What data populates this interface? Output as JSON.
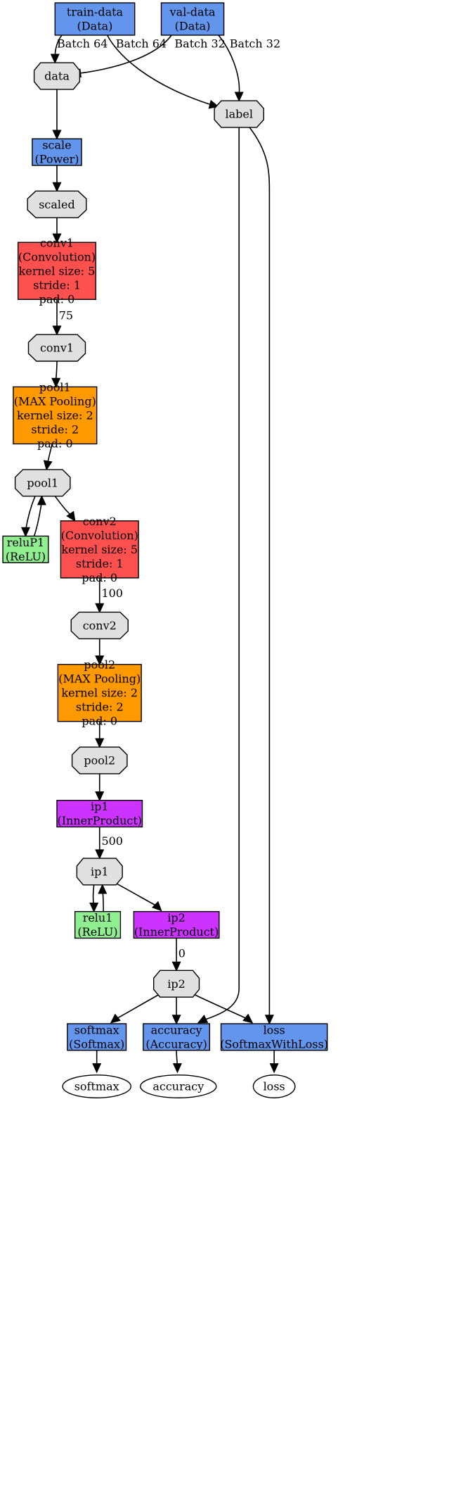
{
  "colors": {
    "data_layer": "#6495ED",
    "blob": "#E0E0E0",
    "convolution": "#FF5050",
    "pooling": "#FF9900",
    "relu": "#90EE90",
    "inner_product": "#CC33FF",
    "output": "#FFFFFF"
  },
  "nodes": [
    {
      "id": "train-data",
      "shape": "box",
      "color": "data_layer",
      "lines": [
        "train-data",
        "(Data)"
      ]
    },
    {
      "id": "val-data",
      "shape": "box",
      "color": "data_layer",
      "lines": [
        "val-data",
        "(Data)"
      ]
    },
    {
      "id": "data-blob",
      "shape": "octagon",
      "color": "blob",
      "lines": [
        "data"
      ]
    },
    {
      "id": "label-blob",
      "shape": "octagon",
      "color": "blob",
      "lines": [
        "label"
      ]
    },
    {
      "id": "scale",
      "shape": "box",
      "color": "data_layer",
      "lines": [
        "scale",
        "(Power)"
      ]
    },
    {
      "id": "scaled-blob",
      "shape": "octagon",
      "color": "blob",
      "lines": [
        "scaled"
      ]
    },
    {
      "id": "conv1",
      "shape": "box",
      "color": "convolution",
      "lines": [
        "conv1",
        "(Convolution)",
        "kernel size: 5",
        "stride: 1",
        "pad: 0"
      ]
    },
    {
      "id": "conv1-blob",
      "shape": "octagon",
      "color": "blob",
      "lines": [
        "conv1"
      ]
    },
    {
      "id": "pool1",
      "shape": "box",
      "color": "pooling",
      "lines": [
        "pool1",
        "(MAX Pooling)",
        "kernel size: 2",
        "stride: 2",
        "pad: 0"
      ]
    },
    {
      "id": "pool1-blob",
      "shape": "octagon",
      "color": "blob",
      "lines": [
        "pool1"
      ]
    },
    {
      "id": "reluP1",
      "shape": "box",
      "color": "relu",
      "lines": [
        "reluP1",
        "(ReLU)"
      ]
    },
    {
      "id": "conv2",
      "shape": "box",
      "color": "convolution",
      "lines": [
        "conv2",
        "(Convolution)",
        "kernel size: 5",
        "stride: 1",
        "pad: 0"
      ]
    },
    {
      "id": "conv2-blob",
      "shape": "octagon",
      "color": "blob",
      "lines": [
        "conv2"
      ]
    },
    {
      "id": "pool2",
      "shape": "box",
      "color": "pooling",
      "lines": [
        "pool2",
        "(MAX Pooling)",
        "kernel size: 2",
        "stride: 2",
        "pad: 0"
      ]
    },
    {
      "id": "pool2-blob",
      "shape": "octagon",
      "color": "blob",
      "lines": [
        "pool2"
      ]
    },
    {
      "id": "ip1",
      "shape": "box",
      "color": "inner_product",
      "lines": [
        "ip1",
        "(InnerProduct)"
      ]
    },
    {
      "id": "ip1-blob",
      "shape": "octagon",
      "color": "blob",
      "lines": [
        "ip1"
      ]
    },
    {
      "id": "relu1",
      "shape": "box",
      "color": "relu",
      "lines": [
        "relu1",
        "(ReLU)"
      ]
    },
    {
      "id": "ip2",
      "shape": "box",
      "color": "inner_product",
      "lines": [
        "ip2",
        "(InnerProduct)"
      ]
    },
    {
      "id": "ip2-blob",
      "shape": "octagon",
      "color": "blob",
      "lines": [
        "ip2"
      ]
    },
    {
      "id": "softmax",
      "shape": "box",
      "color": "data_layer",
      "lines": [
        "softmax",
        "(Softmax)"
      ]
    },
    {
      "id": "accuracy",
      "shape": "box",
      "color": "data_layer",
      "lines": [
        "accuracy",
        "(Accuracy)"
      ]
    },
    {
      "id": "loss",
      "shape": "box",
      "color": "data_layer",
      "lines": [
        "loss",
        "(SoftmaxWithLoss)"
      ]
    },
    {
      "id": "softmax-out",
      "shape": "ellipse",
      "color": "output",
      "lines": [
        "softmax"
      ]
    },
    {
      "id": "accuracy-out",
      "shape": "ellipse",
      "color": "output",
      "lines": [
        "accuracy"
      ]
    },
    {
      "id": "loss-out",
      "shape": "ellipse",
      "color": "output",
      "lines": [
        "loss"
      ]
    }
  ],
  "edges": [
    {
      "from": "train-data",
      "to": "data-blob",
      "label": "Batch 64"
    },
    {
      "from": "train-data",
      "to": "label-blob",
      "label": "Batch 64"
    },
    {
      "from": "val-data",
      "to": "data-blob",
      "label": "Batch 32"
    },
    {
      "from": "val-data",
      "to": "label-blob",
      "label": "Batch 32"
    },
    {
      "from": "data-blob",
      "to": "scale",
      "label": ""
    },
    {
      "from": "scale",
      "to": "scaled-blob",
      "label": ""
    },
    {
      "from": "scaled-blob",
      "to": "conv1",
      "label": ""
    },
    {
      "from": "conv1",
      "to": "conv1-blob",
      "label": "75"
    },
    {
      "from": "conv1-blob",
      "to": "pool1",
      "label": ""
    },
    {
      "from": "pool1",
      "to": "pool1-blob",
      "label": ""
    },
    {
      "from": "pool1-blob",
      "to": "reluP1",
      "label": ""
    },
    {
      "from": "reluP1",
      "to": "pool1-blob",
      "label": ""
    },
    {
      "from": "pool1-blob",
      "to": "conv2",
      "label": ""
    },
    {
      "from": "conv2",
      "to": "conv2-blob",
      "label": "100"
    },
    {
      "from": "conv2-blob",
      "to": "pool2",
      "label": ""
    },
    {
      "from": "pool2",
      "to": "pool2-blob",
      "label": ""
    },
    {
      "from": "pool2-blob",
      "to": "ip1",
      "label": ""
    },
    {
      "from": "ip1",
      "to": "ip1-blob",
      "label": "500"
    },
    {
      "from": "ip1-blob",
      "to": "relu1",
      "label": ""
    },
    {
      "from": "relu1",
      "to": "ip1-blob",
      "label": ""
    },
    {
      "from": "ip1-blob",
      "to": "ip2",
      "label": ""
    },
    {
      "from": "ip2",
      "to": "ip2-blob",
      "label": "0"
    },
    {
      "from": "ip2-blob",
      "to": "softmax",
      "label": ""
    },
    {
      "from": "ip2-blob",
      "to": "accuracy",
      "label": ""
    },
    {
      "from": "ip2-blob",
      "to": "loss",
      "label": ""
    },
    {
      "from": "label-blob",
      "to": "accuracy",
      "label": ""
    },
    {
      "from": "label-blob",
      "to": "loss",
      "label": ""
    },
    {
      "from": "softmax",
      "to": "softmax-out",
      "label": ""
    },
    {
      "from": "accuracy",
      "to": "accuracy-out",
      "label": ""
    },
    {
      "from": "loss",
      "to": "loss-out",
      "label": ""
    }
  ]
}
